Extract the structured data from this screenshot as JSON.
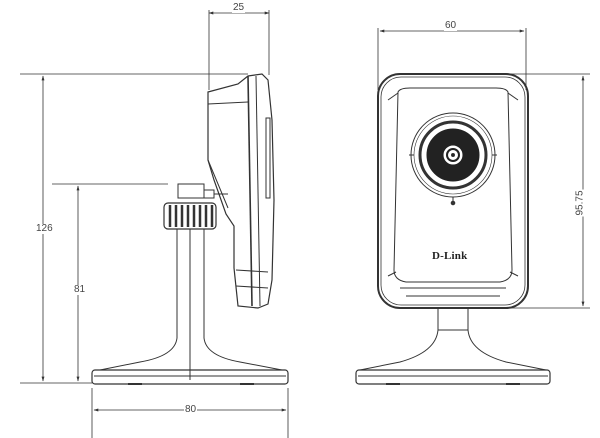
{
  "diagram": {
    "subject": "Network camera dimensional drawing",
    "views": [
      "side-view",
      "front-view"
    ],
    "brand_label": "D-Link",
    "dimensions": {
      "side_depth": "25",
      "front_width": "60",
      "front_body_height": "95.75",
      "total_height": "126",
      "mount_height": "81",
      "base_width": "80"
    },
    "colors": {
      "line": "#333333",
      "background": "#ffffff",
      "lens_dark": "#222222"
    }
  }
}
